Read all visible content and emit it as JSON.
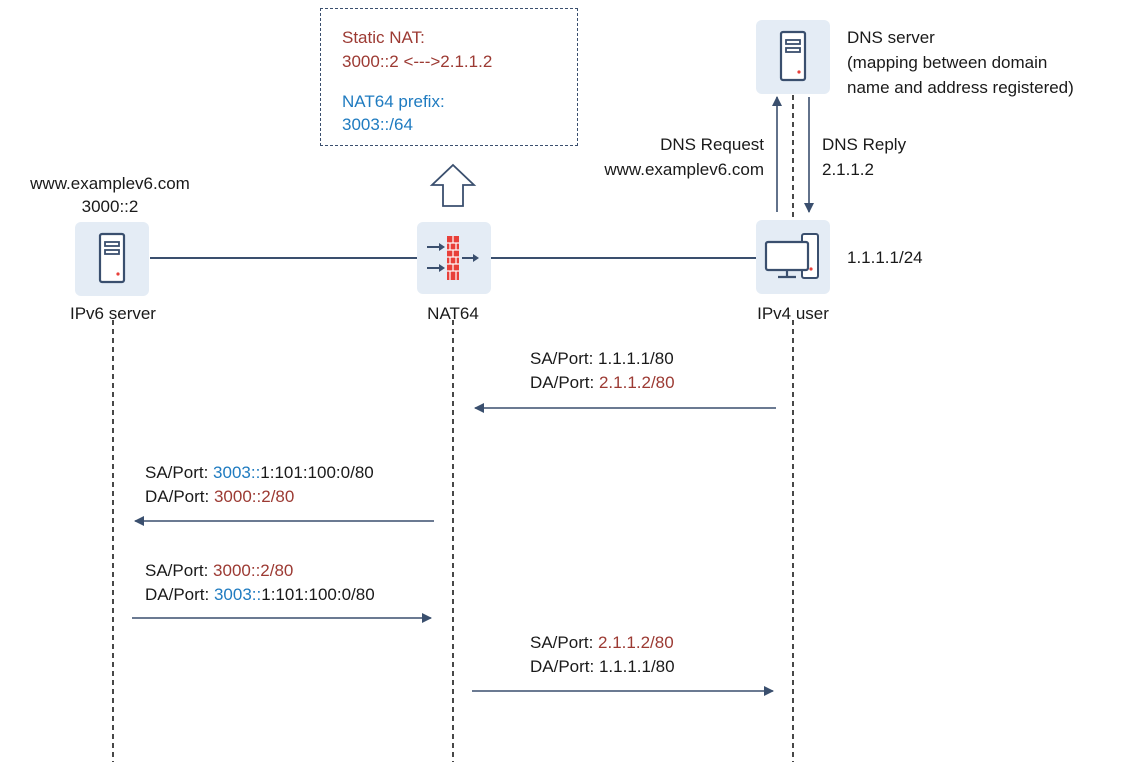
{
  "config": {
    "static_nat_label": "Static NAT:",
    "static_nat_mapping": "3000::2 <--->2.1.1.2",
    "prefix_label": "NAT64 prefix:",
    "prefix_value": "3003::/64"
  },
  "dns": {
    "server_title": "DNS server",
    "server_desc_line1": "(mapping between domain",
    "server_desc_line2": "name and address registered)",
    "request_label": "DNS Request",
    "request_domain": "www.examplev6.com",
    "reply_label": "DNS Reply",
    "reply_address": "2.1.1.2"
  },
  "nodes": {
    "ipv6_server": {
      "domain": "www.examplev6.com",
      "address": "3000::2",
      "label": "IPv6 server"
    },
    "nat64": {
      "label": "NAT64"
    },
    "ipv4_user": {
      "label": "IPv4 user",
      "address": "1.1.1.1/24"
    }
  },
  "messages": [
    {
      "sa_label": "SA/Port: ",
      "sa_prefix": "",
      "sa_rest": "1.1.1.1/80",
      "da_label": "DA/Port: ",
      "da_prefix": "",
      "da_rest": "2.1.1.2/80"
    },
    {
      "sa_label": "SA/Port: ",
      "sa_prefix": "3003::",
      "sa_rest": "1:101:100:0/80",
      "da_label": "DA/Port: ",
      "da_prefix": "",
      "da_rest": "3000::2/80"
    },
    {
      "sa_label": "SA/Port: ",
      "sa_prefix": "",
      "sa_rest": "3000::2/80",
      "da_label": "DA/Port: ",
      "da_prefix": "3003::",
      "da_rest": "1:101:100:0/80"
    },
    {
      "sa_label": "SA/Port: ",
      "sa_prefix": "",
      "sa_rest": "2.1.1.2/80",
      "da_label": "DA/Port: ",
      "da_prefix": "",
      "da_rest": "1.1.1.1/80"
    }
  ],
  "colors": {
    "line": "#3a4f6e",
    "translated_red": "#9c3a33",
    "prefix_blue": "#1f7bc0",
    "icon_bg": "#e4ecf5",
    "firewall_red": "#e8403a"
  }
}
